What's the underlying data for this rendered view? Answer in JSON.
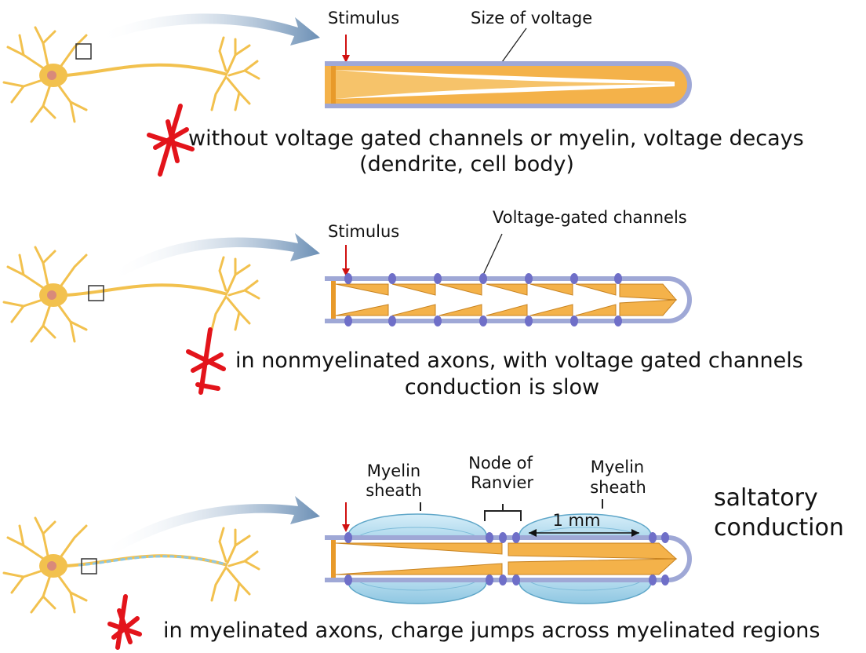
{
  "panel1": {
    "stimulus": "Stimulus",
    "callout": "Size of voltage",
    "caption_line1": "without voltage gated channels or myelin, voltage decays",
    "caption_line2": "(dendrite, cell body)"
  },
  "panel2": {
    "stimulus": "Stimulus",
    "callout": "Voltage-gated channels",
    "caption_line1": "in nonmyelinated axons, with voltage gated channels",
    "caption_line2": "conduction is slow"
  },
  "panel3": {
    "myelin_left_1": "Myelin",
    "myelin_left_2": "sheath",
    "node_1": "Node of",
    "node_2": "Ranvier",
    "myelin_right_1": "Myelin",
    "myelin_right_2": "sheath",
    "distance": "1 mm",
    "side_1": "saltatory",
    "side_2": "conduction",
    "caption": "in myelinated axons, charge jumps across myelinated regions"
  },
  "colors": {
    "neuron": "#f2c14e",
    "axon_tube": "#9fa8d6",
    "axon_fill": "#f4b24a",
    "channel": "#6f6fc8",
    "myelin": "#a9d8ee",
    "arrow_blue": "#6b8fb5",
    "stimulus_red": "#d01010",
    "marker_red": "#e3141b"
  }
}
